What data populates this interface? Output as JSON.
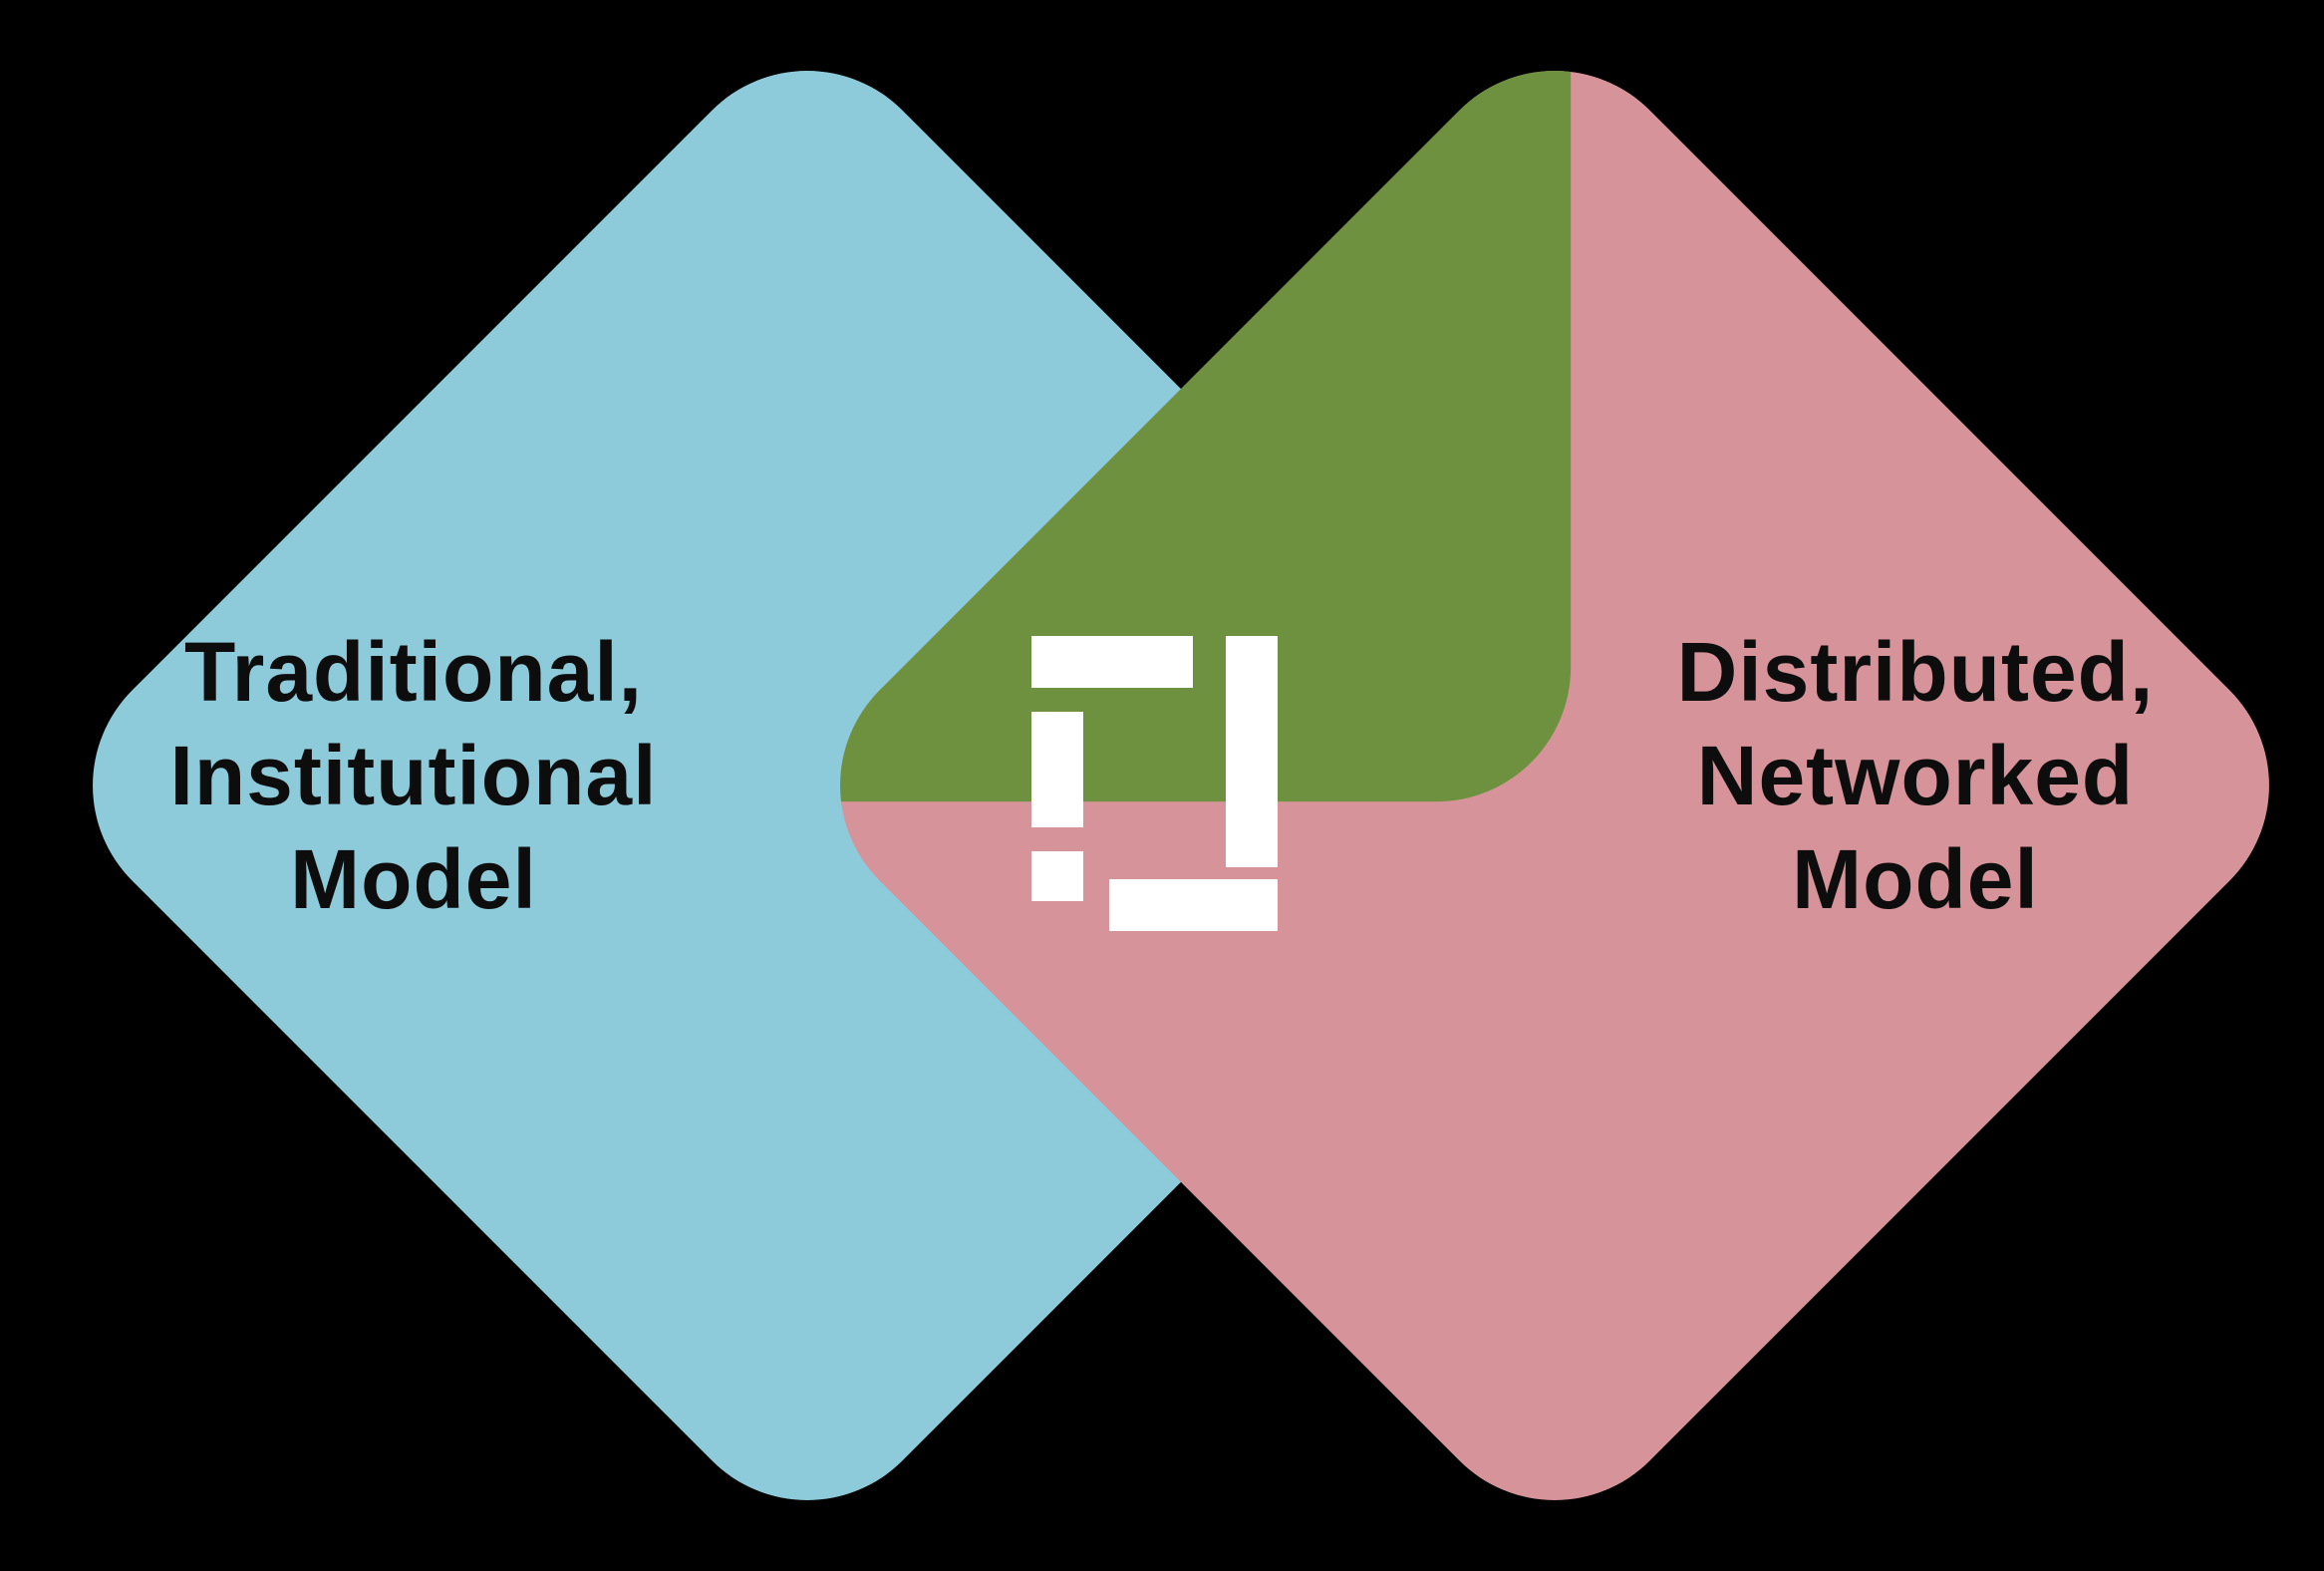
{
  "diagram": {
    "background_color": "#000000",
    "text_color": "#0d0d0d",
    "left_shape": {
      "color": "#8ECBDA",
      "label_lines": [
        "Traditional,",
        "Institutional",
        "Model"
      ]
    },
    "right_shape": {
      "color": "#D6949A",
      "label_lines": [
        "Distributed,",
        "Networked",
        "Model"
      ]
    },
    "overlap": {
      "color": "#6E9140",
      "logo_color": "#FFFFFF",
      "logo_icon": "blocks-logo"
    }
  }
}
